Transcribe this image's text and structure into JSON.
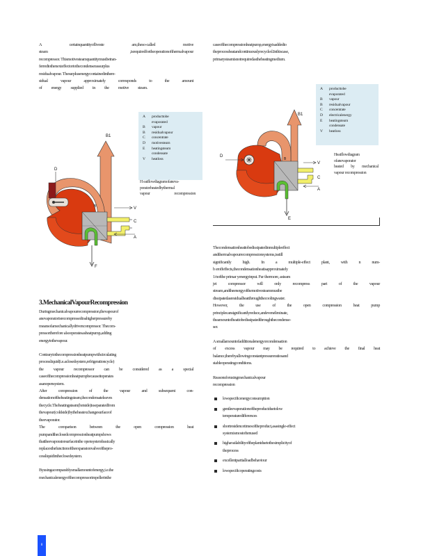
{
  "col1_top": [
    "A certainquantityofliveste am,theso-called motive",
    "steam ,isrequiredfortheoperationofthermalvapour",
    "recompressor. Thismotivesteamquantitymustbetran-",
    "ferredtothenexteffectortothecondenserassurplus",
    "residualvapour. Thesurplusenergycontainedinthere-",
    "sidual vapour approximately corresponds to the amount",
    "of energy supplied in the motive steam."
  ],
  "legend1": [
    {
      "key": "A",
      "text": "producttobe"
    },
    {
      "key": "",
      "text": "evaporated"
    },
    {
      "key": "B",
      "text": "vapour"
    },
    {
      "key": "B",
      "text": "residualvapour"
    },
    {
      "key": "C",
      "text": "concentrate"
    },
    {
      "key": "D",
      "text": "motivesteam"
    },
    {
      "key": "E",
      "text": "heatingsteam"
    },
    {
      "key": "",
      "text": "condensate"
    },
    {
      "key": "V",
      "text": "heatloss"
    }
  ],
  "caption1": [
    "H eatflowdiagramofaneva-",
    "poratorheatedbythermal",
    "vapour recompression"
  ],
  "fig1_labels": {
    "b1": "B1",
    "d": "D",
    "b": "B",
    "v": "V",
    "c": "C",
    "a": "A",
    "f": "F"
  },
  "col2_top": [
    "caseofthecompressionheatpump,energyisaddedto",
    "theprocessheatandcontinuouslyrecycled.Inthiscase,",
    "primarysteamisnotrequiredastheheatingmedium."
  ],
  "legend2": [
    {
      "key": "A",
      "text": "producttobe"
    },
    {
      "key": "",
      "text": "evaporated"
    },
    {
      "key": "B",
      "text": "vapour"
    },
    {
      "key": "B",
      "text": "residualvapour"
    },
    {
      "key": "C",
      "text": "concentrate"
    },
    {
      "key": "D",
      "text": "electricalenergy"
    },
    {
      "key": "E",
      "text": "heatingsteam"
    },
    {
      "key": "",
      "text": "condensate"
    },
    {
      "key": "V",
      "text": "heatloss"
    }
  ],
  "caption2": [
    "Heatflowdiagram",
    "ofanevaporator",
    "heated by mechanical",
    "vapour recompression"
  ],
  "fig2_labels": {
    "b1": "B1",
    "d": "D",
    "b": "B",
    "v": "V",
    "c": "C",
    "a": "A",
    "e": "E"
  },
  "section_heading": "3.MechanicalVapourRecompression",
  "col1_para1": [
    "Duringmechanicalvapourrecompression,thevapourof",
    "anevaporatorisrecompressedtoahigherpressureby",
    "meansofamechanicallydrivencompressor. Thecom-",
    "pressortherefore alsooperatesasheatpump,adding",
    "energytothevapour."
  ],
  "col1_para2": [
    "Contrarytothecompressionheatpumpwithcirculating",
    "processliquid(i.e.aclosedsystem,refrigerationcycle)",
    "the vapour recompressor can be considered as a special",
    "caseofthecompressionheatpumpbecauseitoperates",
    "asanopensystem.",
    "After compression of the vapour and subsequent con-",
    "densationoftheheatingsteam,thecondensateleaves",
    "thecycle.Theheatingsteam(hotside)isseparatedfrom",
    "thevapour(coldside)bytheheatexchangesurfaceof",
    "theevaporator.",
    "The comparison between the open compression heat",
    "pumpandtheclosedcompressionheatpumpshows",
    "thattheevaporatorsurfaceinthe opensystembasically",
    "replacesthefunctionoftheexpansionvalveofthepro-",
    "cessliquidintheclosedsystem."
  ],
  "col1_para3": [
    "Byusingacomparablysmallamountofenergy,i.e.the",
    "mechanicalenergyofthecompressorimpellerinthe"
  ],
  "col2_para1": [
    "Thecondensationheattobedissipatedinmultipleeffect",
    "andthermalvapourrecompressionsystems,isstill",
    "significantly high. In a multiple-effect plant, with n num-",
    "b eroffeffects,thecondensationheatisapproximately",
    "1/nofthe primar yenergyinput. Fur thermore, asteam",
    "jet compressor will only recompress part of the vapour",
    "stream,andtheenergyofthemotivesteammustbe",
    "dissipatedasresidualheatthroughthecoolingwater.",
    "However, the use of the open compression heat pump",
    "principlecansignificantlyreduce,andeveneliminate,",
    "theamountofheattobedissipatedthroughthecondense-",
    "ser."
  ],
  "col2_para2": [
    "A smallamountofadditionalenergyorcondensation",
    "of excess vapour may be required to achieve the final heat",
    "balance,therebyallowingconstantpressureratiosand",
    "stableoperatingconditions."
  ],
  "col2_reasons_heading": [
    "Reasonsforusingmechanicalvapour",
    "recompression"
  ],
  "col2_bullets": [
    [
      "lowspecificenergyconsumption"
    ],
    [
      "gentleevaporationoftheproductduetolow",
      "temperaturedifferences"
    ],
    [
      "shortresidencetimesoftheproduct,asasingle-effect",
      "systemismostoftenused"
    ],
    [
      "highavailabilityoftheplantduetothesimplicityof",
      "theprocess"
    ],
    [
      "excellentpartialloadbehaviour"
    ],
    [
      "lowspecificoperatingcosts"
    ]
  ],
  "page_number": "8",
  "colors": {
    "hot": "#d93a10",
    "warm": "#e8956c",
    "grey": "#b8b8b8",
    "yellow": "#f2ef6a",
    "green": "#5bbf33",
    "darkred": "#8c1a1a",
    "legend_bg": "#dcecf3",
    "page_tab": "#1a52ff"
  }
}
